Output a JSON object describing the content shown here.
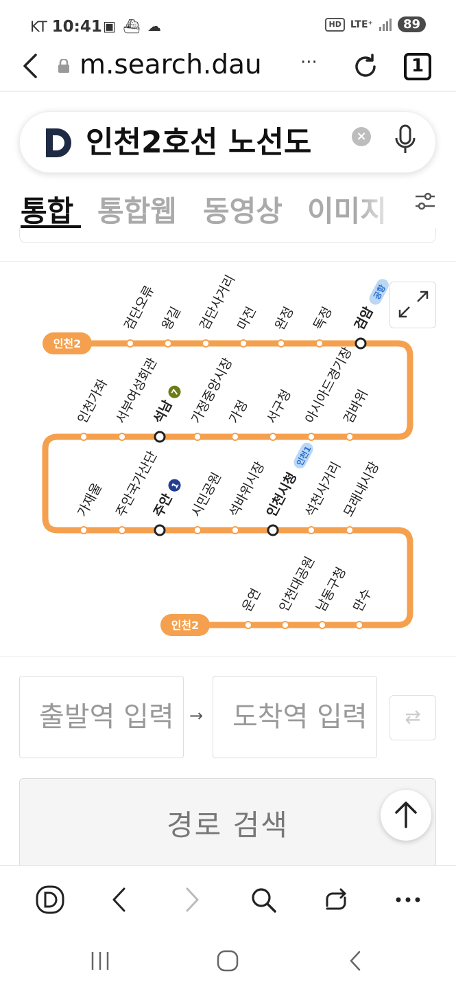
{
  "status_bar": {
    "carrier": "KT",
    "time": "10:41",
    "left_icons": "▣ ⛴ ☁",
    "hd": "HD",
    "network": "LTE⁺",
    "battery": "89"
  },
  "url_bar": {
    "url": "m.search.dau",
    "more": "···",
    "tab_count": "1"
  },
  "search": {
    "query": "인천2호선 노선도"
  },
  "tabs": [
    {
      "label": "통합",
      "active": true
    },
    {
      "label": "통합웹",
      "active": false
    },
    {
      "label": "동영상",
      "active": false
    },
    {
      "label": "이미지",
      "active": false
    }
  ],
  "route_map": {
    "line_color": "#f5a04e",
    "line_badge": "인천2",
    "row1": [
      "검단오류",
      "왕길",
      "검단사거리",
      "마전",
      "완정",
      "독정",
      "검암"
    ],
    "row1_transfer": {
      "station": "검암",
      "badge": "공항"
    },
    "row2": [
      "인천가좌",
      "서부여성회관",
      "석남",
      "가정중앙시장",
      "가정",
      "서구청",
      "아시아드경기장",
      "검바위"
    ],
    "row2_transfer": {
      "station": "석남",
      "badge": "7"
    },
    "row3": [
      "가재울",
      "주안국가산단",
      "주안",
      "시민공원",
      "석바위시장",
      "인천시청",
      "석천사거리",
      "모래내시장"
    ],
    "row3_transfer": [
      {
        "station": "주안",
        "badge": "1"
      },
      {
        "station": "인천시청",
        "badge": "인천1"
      }
    ],
    "row4": [
      "운연",
      "인천대공원",
      "남동구청",
      "만수"
    ]
  },
  "route_finder": {
    "from_placeholder": "출발역 입력",
    "to_placeholder": "도착역 입력",
    "arrow": "→",
    "swap": "⇄",
    "search_label": "경로 검색"
  }
}
